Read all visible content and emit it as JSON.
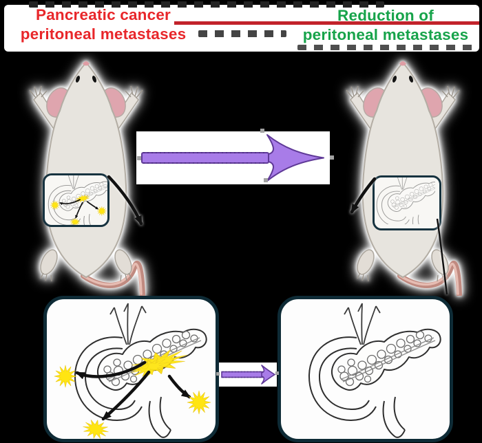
{
  "app": {
    "background_color": "#000000"
  },
  "header": {
    "left_title": {
      "line1": "Pancreatic cancer",
      "line2": "peritoneal metastases",
      "color": "#E8262A"
    },
    "right_title": {
      "line1": "Reduction of",
      "line2": "peritoneal metastases",
      "color": "#17A34A"
    },
    "divider_color": "#C2232B"
  },
  "figure": {
    "treatment_arrow": {
      "fill": "#A87CE8",
      "outline": "#5F3997"
    },
    "metastasis_color": "#FFE512",
    "panel_border_color": "#0E2B36",
    "inset_border_color": "#16323F",
    "mouse_body_color": "#E7E4DE",
    "mouse_ear_color": "#DFA5AE"
  }
}
